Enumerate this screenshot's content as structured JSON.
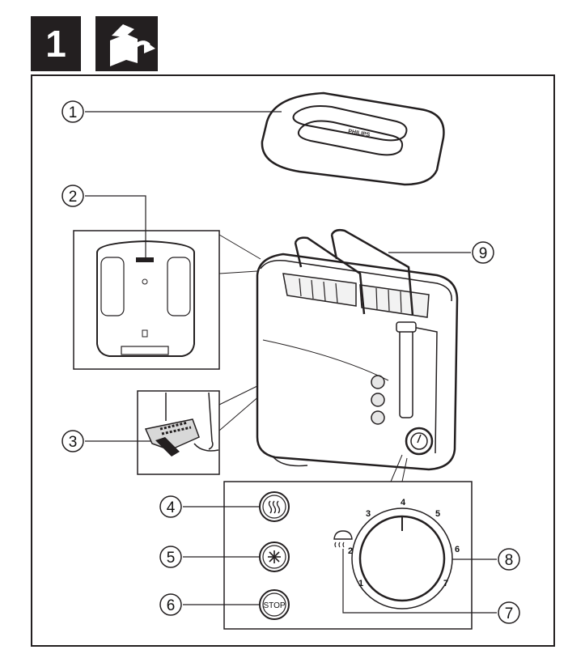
{
  "step": {
    "number": "1"
  },
  "icons": {
    "unpack": "unpack-box-icon"
  },
  "callouts": [
    "1",
    "2",
    "3",
    "4",
    "5",
    "6",
    "7",
    "8",
    "9"
  ],
  "dial": {
    "numbers": [
      "1",
      "2",
      "3",
      "4",
      "5",
      "6",
      "7"
    ]
  },
  "stop_button": {
    "label": "STOP"
  },
  "lid": {
    "brand": "PHILIPS"
  }
}
